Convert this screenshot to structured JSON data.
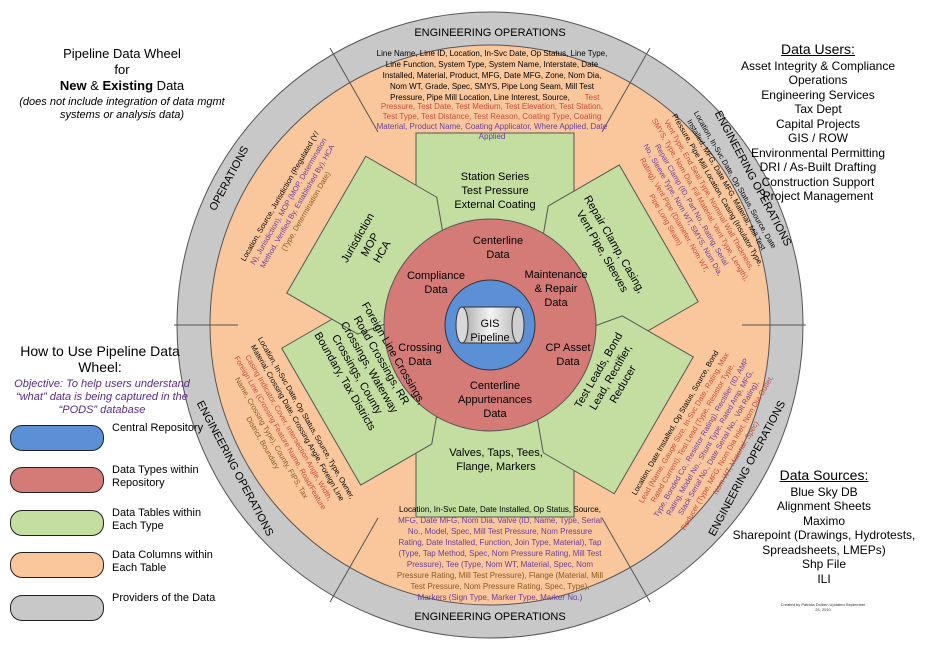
{
  "title": {
    "line1": "Pipeline Data Wheel",
    "line2": "for",
    "line3_a": "New",
    "line3_b": " & ",
    "line3_c": "Existing",
    "line3_d": " Data",
    "note": "(does not include integration of data mgmt systems or analysis data)"
  },
  "data_users": {
    "heading": "Data Users:",
    "items": [
      "Asset Integrity & Compliance",
      "Operations",
      "Engineering Services",
      "Tax Dept",
      "Capital Projects",
      "GIS / ROW",
      "Environmental Permitting",
      "DRI / As-Built Drafting",
      "Construction Support",
      "Project Management"
    ]
  },
  "data_sources": {
    "heading": "Data Sources:",
    "items": [
      "Blue Sky DB",
      "Alignment Sheets",
      "Maximo",
      "Sharepoint (Drawings, Hydrotests, Spreadsheets, LMEPs)",
      "Shp File",
      "ILI"
    ],
    "credit": "Created by Patricia Dolben Updated September 23, 2010"
  },
  "howto": {
    "heading": "How to Use Pipeline Data Wheel:",
    "objective": "Objective: To help users understand “what” data is being captured in the “PODS” database"
  },
  "legend": [
    {
      "label": "Central Repository",
      "color": "#5b8fd6"
    },
    {
      "label": "Data Types within Repository",
      "color": "#d47b78"
    },
    {
      "label": "Data Tables within Each Type",
      "color": "#c3dea0"
    },
    {
      "label": "Data Columns within Each Table",
      "color": "#fac79d"
    },
    {
      "label": "Providers of the Data",
      "color": "#c8c8c8"
    }
  ],
  "colors": {
    "blue": "#5b8fd6",
    "red": "#d47b78",
    "green": "#c3dea0",
    "orange": "#fac79d",
    "grey": "#c8c8c8",
    "text_red": "#c94a3a",
    "text_purple": "#6a3d9a",
    "text_brown": "#8a5a1f"
  },
  "wheel": {
    "providers": {
      "top": "ENGINEERING OPERATIONS",
      "bottom": "ENGINEERING OPERATIONS",
      "upper_right": "ENGINEERING OPERATIONS",
      "lower_right": "ENGINEERING OPERATIONS",
      "lower_left": "ENGINEERING OPERATIONS",
      "upper_left": "OPERATIONS"
    },
    "center": {
      "label_line1": "GIS",
      "label_line2": "Pipeline"
    },
    "data_types": [
      {
        "line1": "Centerline",
        "line2": "Data"
      },
      {
        "line1": "Maintenance",
        "line2": "& Repair",
        "line3": "Data"
      },
      {
        "line1": "CP Asset",
        "line2": "Data"
      },
      {
        "line1": "Centerline",
        "line2": "Appurtenances",
        "line3": "Data"
      },
      {
        "line1": "Crossing",
        "line2": "Data"
      },
      {
        "line1": "Compliance",
        "line2": "Data"
      }
    ],
    "tables": {
      "top": [
        "Station Series",
        "Test Pressure",
        "External Coating"
      ],
      "upper_right": [
        "Repair Clamp, Casing,",
        "Vent Pipe, Sleeves"
      ],
      "lower_right": [
        "Test Leads, Bond",
        "Lead, Rectifier,",
        "Reducer"
      ],
      "bottom": [
        "Valves, Taps, Tees,",
        "Flange, Markers"
      ],
      "lower_left": [
        "Foreign Line Crossings,",
        "Road Crossings, RR",
        "Crossings, Waterway",
        "Crossings, County",
        "Boundary, Tax Districts"
      ],
      "upper_left": [
        "Jurisdiction",
        "MOP",
        "HCA"
      ]
    },
    "columns": {
      "top_black": [
        "Line Name, Line ID, Location, In-Svc Date, Op Status, Line Type,",
        "Line Function, System Type, System Name, Interstate, Date",
        "Installed, Material, Product, MFG, Date MFG, Zone, Nom Dia,",
        "Nom WT, Grade, Spec, SMYS, Pipe Long Seam, Mill Test",
        "Pressure, Pipe Mill Location, Line Interest, Source,"
      ],
      "top_colored": [
        "Test",
        "Pressure, Test Date, Test Medium, Test Elevation, Test Station,",
        "Test Type, Test Distance, Test Reason, Coating Type, Coating",
        "Material, Product Name, Coating Applicator, Where Applied, Date",
        "Applied"
      ],
      "bottom": [
        "Location, In-Svc Date, Date Installed, Op Status, Source,",
        "MFG, Date MFG, Nom Dia, Valve (ID, Name, Type, Serial",
        "No., Model, Spec, Mill Test Pressure, Nom Pressure",
        "Rating, Date Installed, Function, Join Type, Material), Tap",
        "(Type, Tap Method, Spec, Nom Pressure Rating, Mill Test",
        "Pressure), Tee (Type, Nom WT, Material, Spec, Nom",
        "Pressure Rating, Mill Test Pressure), Flange (Material, Mill",
        "Test Pressure, Nom Pressure Rating, Spec, Type),",
        "Markers (Sign Type, Marker Type, Marker No.)"
      ],
      "upper_right": [
        "Location, In-Svc Date, Op Status, Source, Date",
        "Installed, MFG, Date MFG, Material, Mill Test",
        "Pressure, Pipe Mill Location, Casing (Insulator Type,",
        "Vent Type, End Seal Type, Nominal Wall Thickness,",
        "SMYS, Type, Nom Dia, Fill Material, Vent Type, Length),",
        "Repair Clamp (ID, Part No., Rating, Serial",
        "No., Sleeve Type, Nom WT, SMYS, Nom Dia,",
        "Rating), Vent Pipe (Diameter, Nom WT,",
        "Pipe Long Seam)"
      ],
      "lower_right": [
        "Location, Date Installed, Op Status, Source, Bond",
        "Lead (Name, Gauge Size, In-Svc Date, Rating, Max",
        "Rated Current), Test Lead (Type, Resistor Type,",
        "Type, Bonded Co., Resistor Rating), Rectifier (ID, AMP",
        "Rating, Model No., Shunt Type, Rated Amp, MFG,",
        "Stack Serial No., Date Serial No., Volt Rating),",
        "Reducer (Type, MFG, Nom Dia Inlet, Nom Dia Outlet,",
        "Nom WT, Material, Spec)"
      ],
      "lower_left": [
        "Location, In-Svc Date, Op Status, Source, Type, Owner,",
        "Material, Crossing Date, Crossing Angle, Foreign Line",
        "Casing Indicator, Cover, Intersection Angle, Width,",
        "Foreign Line (Crossing Feature Name, Road/Feature",
        "Name, Crossing Type), County, FIPS, Tax",
        "District, Boundary"
      ],
      "upper_left": [
        "Location, Source, Jurisdiction (Regulated (Y/",
        "N), Jurisdiction), MOP (MOP, Determination",
        "Method, Verified By, Established By), HCA",
        "(Type, Determination Date)"
      ]
    }
  }
}
